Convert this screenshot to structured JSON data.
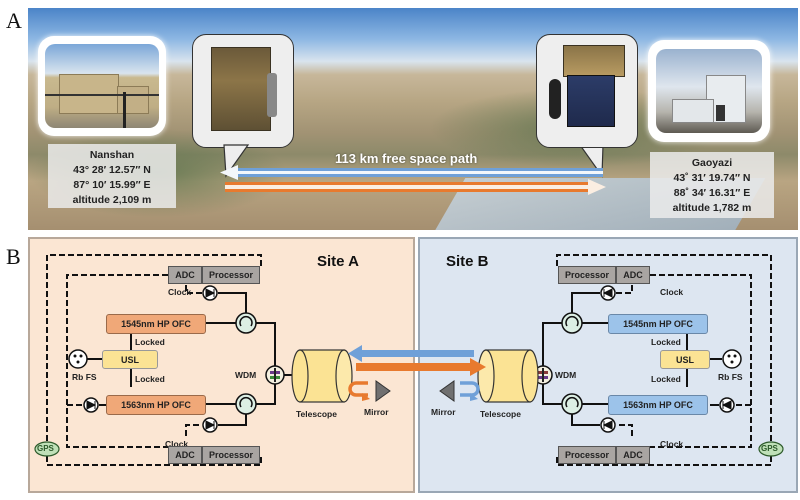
{
  "panel_labels": {
    "a": "A",
    "b": "B"
  },
  "panel_a": {
    "path_label": "113 km free space path",
    "sites": [
      {
        "name": "Nanshan",
        "lat": "43° 28′ 12.57″ N",
        "lon": "87° 10′ 15.99″ E",
        "altitude": "altitude 2,109 m"
      },
      {
        "name": "Gaoyazi",
        "lat": "43˚ 31′ 19.74″ N",
        "lon": "88˚ 34′ 16.31″ E",
        "altitude": "altitude 1,782 m"
      }
    ],
    "colors": {
      "blue_beam": "#6fa0d8",
      "orange_beam": "#e87a2e"
    }
  },
  "panel_b": {
    "site_a": {
      "title": "Site A",
      "adc": "ADC",
      "processor": "Processor",
      "clock": "Clock",
      "ofc_top": "1545nm HP OFC",
      "ofc_bottom": "1563nm HP OFC",
      "usl": "USL",
      "locked": "Locked",
      "rbfs": "Rb FS",
      "gps": "GPS",
      "wdm": "WDM",
      "telescope": "Telescope",
      "mirror": "Mirror"
    },
    "site_b": {
      "title": "Site B",
      "adc": "ADC",
      "processor": "Processor",
      "clock": "Clock",
      "ofc_top": "1545nm HP OFC",
      "ofc_bottom": "1563nm HP OFC",
      "usl": "USL",
      "locked": "Locked",
      "rbfs": "Rb FS",
      "gps": "GPS",
      "wdm": "WDM",
      "telescope": "Telescope",
      "mirror": "Mirror"
    },
    "colors": {
      "site_a_bg": "#fbe6d3",
      "site_b_bg": "#dde6f1",
      "ofc_a": "#f0a878",
      "ofc_b": "#9cc3ea",
      "usl": "#fbe394",
      "gray": "#a9a5a2"
    }
  }
}
